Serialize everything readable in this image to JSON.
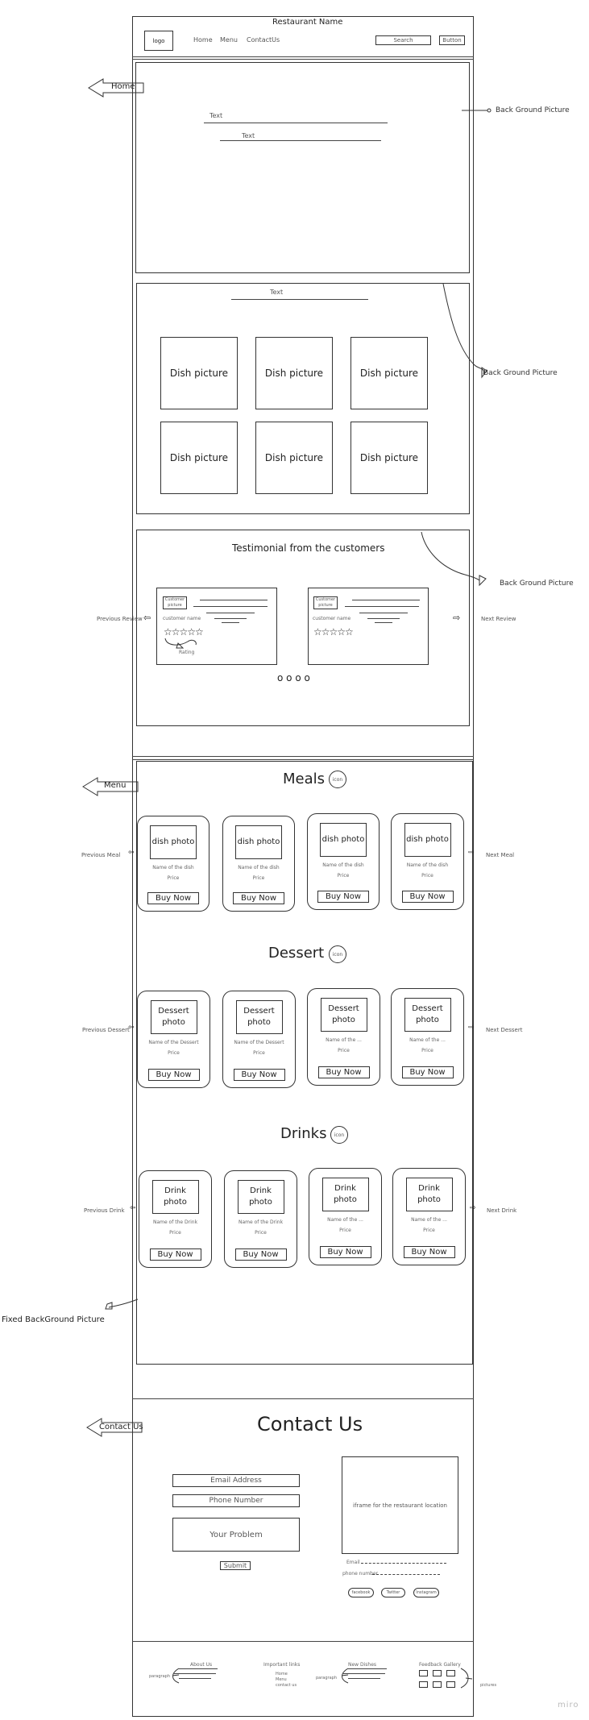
{
  "header": {
    "restaurant_name": "Restaurant Name",
    "logo": "logo",
    "nav": [
      "Home",
      "Menu",
      "ContactUs"
    ],
    "search": "Search",
    "button": "Button"
  },
  "annotations": {
    "home": "Home",
    "menu": "Menu",
    "contact": "Contact Us",
    "bg1": "Back Ground Picture",
    "bg2": "Back Ground Picture",
    "bg3": "Back Ground Picture",
    "fixed_bg": "Fixed BackGround Picture",
    "prev_review": "Previous Review",
    "next_review": "Next Review",
    "prev_meal": "Previous  Meal",
    "next_meal": "Next Meal",
    "prev_dessert": "Previous  Dessert",
    "next_dessert": "Next Dessert",
    "prev_drink": "Previous  Drink",
    "next_drink": "Next Drink",
    "watermark": "miro"
  },
  "hero": {
    "text1": "Text",
    "text2": "Text"
  },
  "dishes": {
    "text": "Text",
    "items": [
      "Dish picture",
      "Dish picture",
      "Dish picture",
      "Dish picture",
      "Dish picture",
      "Dish picture"
    ]
  },
  "testimonials": {
    "title": "Testimonial from the customers",
    "customer_picture": "Customer picture",
    "customer_name": "customer name",
    "stars": "☆☆☆☆☆",
    "rating": "Rating",
    "dots": "o o o o"
  },
  "menu": {
    "icon": "icon",
    "buy": "Buy Now",
    "meals": {
      "title": "Meals",
      "photo": "dish photo",
      "name": "Name of the dish",
      "price": "Price"
    },
    "dessert": {
      "title": "Dessert",
      "photo": "Dessert photo",
      "name": "Name of the Dessert",
      "name_short": "Name of the ...",
      "price": "Price"
    },
    "drinks": {
      "title": "Drinks",
      "photo": "Drink photo",
      "name": "Name of the Drink",
      "name_short": "Name of the ...",
      "price": "Price"
    }
  },
  "contact": {
    "title": "Contact Us",
    "email": "Email Address",
    "phone": "Phone Number",
    "problem": "Your Problem",
    "submit": "Submit",
    "iframe": "iframe for the restaurant location",
    "email_label": "Email",
    "phone_label": "phone number",
    "socials": [
      "facebook",
      "Twitter",
      "Instagram"
    ]
  },
  "footer": {
    "about": "About Us",
    "links_title": "Important links",
    "links": [
      "Home",
      "Menu",
      "contact us"
    ],
    "new_dishes": "New Dishes",
    "gallery": "Feedback Gallery",
    "paragraph": "paragraph",
    "pictures": "pictures"
  }
}
